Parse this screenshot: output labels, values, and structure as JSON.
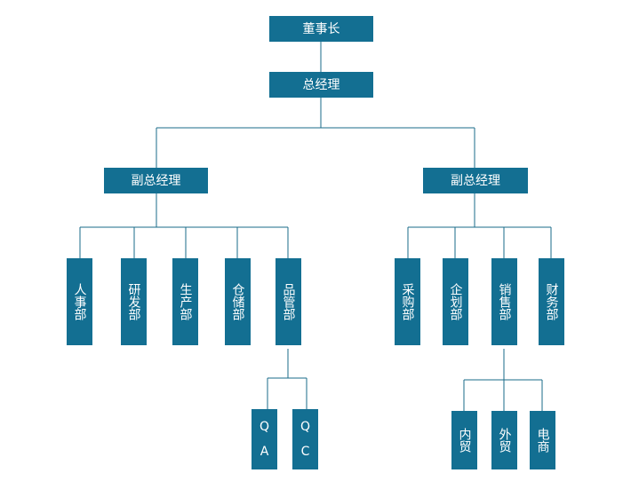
{
  "org_chart": {
    "chairman": "董事长",
    "general_manager": "总经理",
    "vp_left": "副总经理",
    "vp_right": "副总经理",
    "left_departments": {
      "hr": "人事部",
      "rd": "研发部",
      "production": "生产部",
      "warehouse": "仓储部",
      "quality": "品管部"
    },
    "right_departments": {
      "purchasing": "采购部",
      "planning": "企划部",
      "sales": "销售部",
      "finance": "财务部"
    },
    "quality_sub": {
      "qa": "QA",
      "qc": "QC"
    },
    "sales_sub": {
      "domestic": "内贸",
      "foreign": "外贸",
      "ecommerce": "电商"
    }
  },
  "colors": {
    "node_fill": "#136f92",
    "node_text": "#ffffff",
    "connector": "#1a6b8a"
  }
}
